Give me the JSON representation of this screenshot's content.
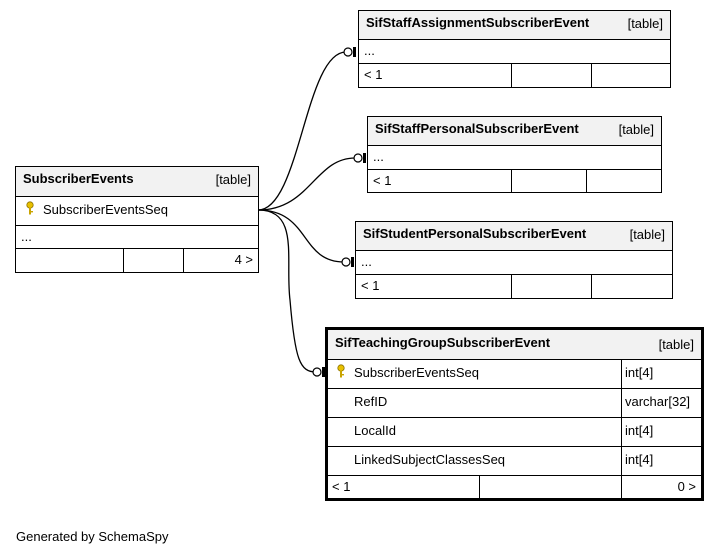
{
  "tables": {
    "subscriber_events": {
      "name": "SubscriberEvents",
      "kind": "[table]",
      "key_column": "SubscriberEventsSeq",
      "ellipsis": "...",
      "count_right": "4 >"
    },
    "staff_assignment": {
      "name": "SifStaffAssignmentSubscriberEvent",
      "kind": "[table]",
      "ellipsis": "...",
      "count_left": "< 1"
    },
    "staff_personal": {
      "name": "SifStaffPersonalSubscriberEvent",
      "kind": "[table]",
      "ellipsis": "...",
      "count_left": "< 1"
    },
    "student_personal": {
      "name": "SifStudentPersonalSubscriberEvent",
      "kind": "[table]",
      "ellipsis": "...",
      "count_left": "< 1"
    },
    "teaching_group": {
      "name": "SifTeachingGroupSubscriberEvent",
      "kind": "[table]",
      "columns": [
        {
          "name": "SubscriberEventsSeq",
          "type": "int[4]",
          "key": true
        },
        {
          "name": "RefID",
          "type": "varchar[32]",
          "key": false
        },
        {
          "name": "LocalId",
          "type": "int[4]",
          "key": false
        },
        {
          "name": "LinkedSubjectClassesSeq",
          "type": "int[4]",
          "key": false
        }
      ],
      "count_left": "< 1",
      "count_right": "0 >"
    }
  },
  "footer": "Generated by SchemaSpy",
  "icons": {
    "key": "key-icon"
  }
}
